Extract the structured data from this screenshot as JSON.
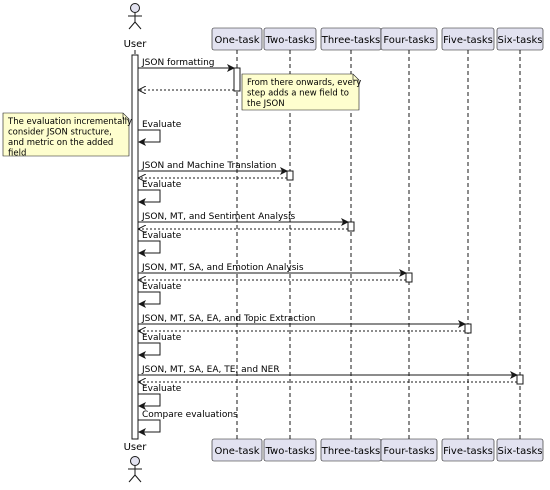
{
  "actor": {
    "name": "User"
  },
  "participants": [
    {
      "id": "p1",
      "label": "One-task"
    },
    {
      "id": "p2",
      "label": "Two-tasks"
    },
    {
      "id": "p3",
      "label": "Three-tasks"
    },
    {
      "id": "p4",
      "label": "Four-tasks"
    },
    {
      "id": "p5",
      "label": "Five-tasks"
    },
    {
      "id": "p6",
      "label": "Six-tasks"
    }
  ],
  "messages": [
    {
      "kind": "call",
      "to": 0,
      "label": "JSON formatting"
    },
    {
      "kind": "self",
      "label": "Evaluate"
    },
    {
      "kind": "call",
      "to": 1,
      "label": "JSON and Machine Translation"
    },
    {
      "kind": "self",
      "label": "Evaluate"
    },
    {
      "kind": "call",
      "to": 2,
      "label": "JSON, MT, and Sentiment Analysis"
    },
    {
      "kind": "self",
      "label": "Evaluate"
    },
    {
      "kind": "call",
      "to": 3,
      "label": "JSON, MT, SA, and Emotion Analysis"
    },
    {
      "kind": "self",
      "label": "Evaluate"
    },
    {
      "kind": "call",
      "to": 4,
      "label": "JSON, MT, SA, EA, and Topic Extraction"
    },
    {
      "kind": "self",
      "label": "Evaluate"
    },
    {
      "kind": "call",
      "to": 5,
      "label": "JSON, MT, SA, EA, TE, and NER"
    },
    {
      "kind": "self",
      "label": "Evaluate"
    },
    {
      "kind": "self",
      "label": "Compare evaluations"
    }
  ],
  "notes": [
    {
      "lines": [
        "From there onwards, every",
        "step adds a new field to",
        "the JSON"
      ]
    },
    {
      "lines": [
        "The evaluation incrementally",
        "consider JSON structure,",
        "and metric on the added",
        "field"
      ]
    }
  ],
  "colors": {
    "participant_fill": "#e2e2f0",
    "participant_border": "#181818",
    "note_fill": "#fefece",
    "lifeline": "#181818",
    "activation_fill": "#ffffff"
  }
}
